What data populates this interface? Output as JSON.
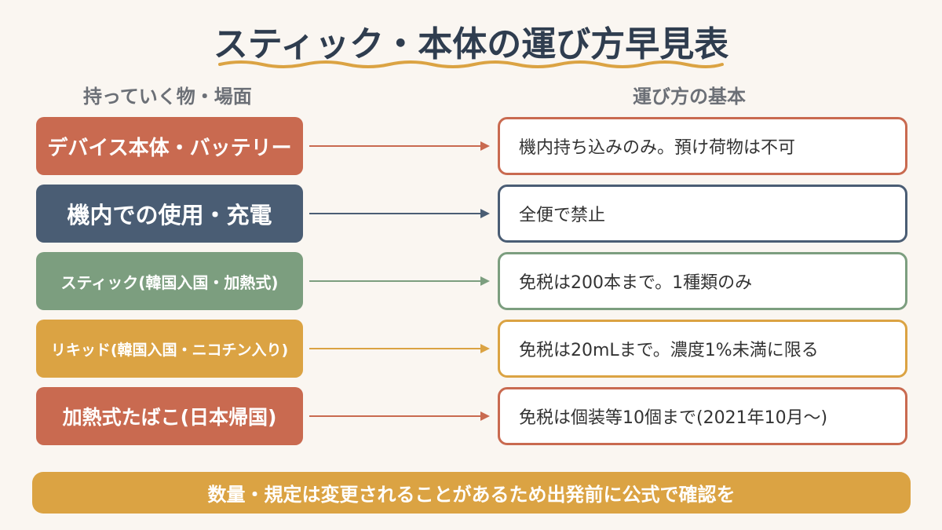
{
  "title": "スティック・本体の運び方早見表",
  "headers": {
    "left": "持っていく物・場面",
    "right": "運び方の基本"
  },
  "colors": {
    "terracotta": "#c96a50",
    "navy": "#4a5d74",
    "sage": "#7c9e7f",
    "mustard": "#dba343",
    "title_underline": "#dba343"
  },
  "rows": [
    {
      "item": "デバイス本体・バッテリー",
      "rule": "機内持ち込みのみ。預け荷物は不可",
      "color": "#c96a50"
    },
    {
      "item": "機内での使用・充電",
      "rule": "全便で禁止",
      "color": "#4a5d74"
    },
    {
      "item": "スティック(韓国入国・加熱式)",
      "rule": "免税は200本まで。1種類のみ",
      "color": "#7c9e7f"
    },
    {
      "item": "リキッド(韓国入国・ニコチン入り)",
      "rule": "免税は20mLまで。濃度1%未満に限る",
      "color": "#dba343"
    },
    {
      "item": "加熱式たばこ(日本帰国)",
      "rule": "免税は個装等10個まで(2021年10月～)",
      "color": "#c96a50"
    }
  ],
  "footer": "数量・規定は変更されることがあるため出発前に公式で確認を"
}
